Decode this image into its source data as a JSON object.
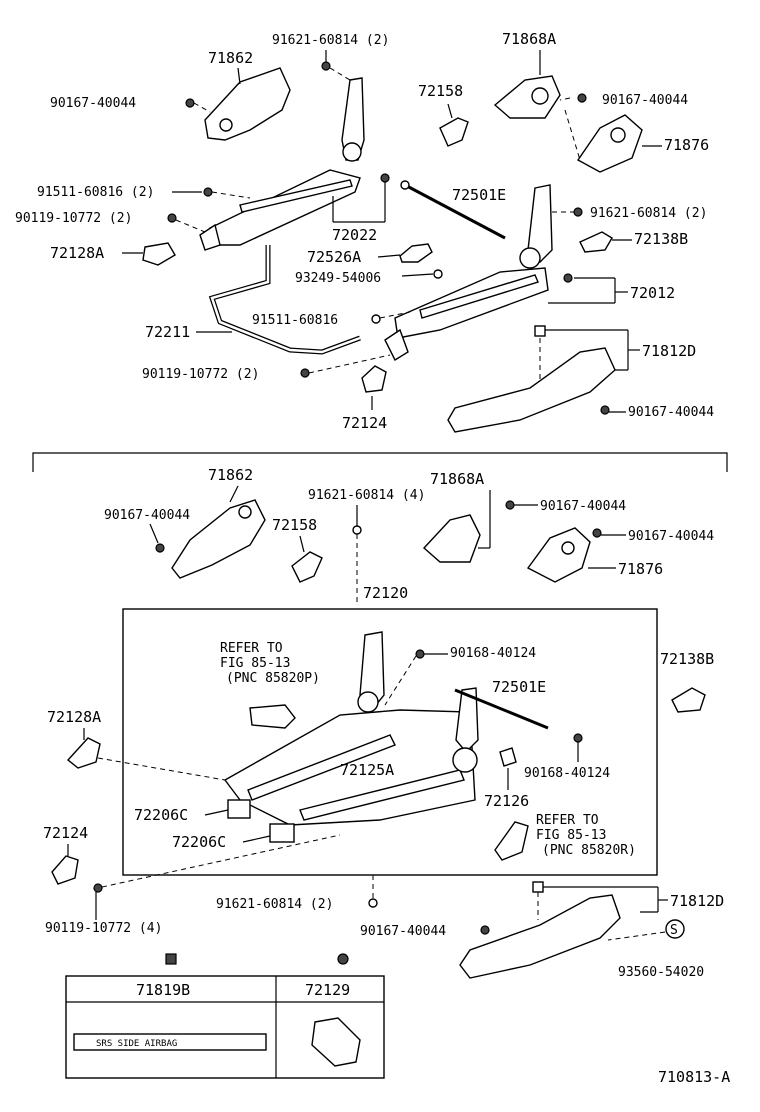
{
  "top": {
    "labels": {
      "p71862": "71862",
      "p90167_a": "90167-40044",
      "p91621_top": "91621-60814 (2)",
      "p72158": "72158",
      "p71868A": "71868A",
      "p90167_b": "90167-40044",
      "p71876": "71876",
      "p91511_a": "91511-60816 (2)",
      "p90119_a": "90119-10772 (2)",
      "p72128A": "72128A",
      "p72022": "72022",
      "p72501E": "72501E",
      "p91621_r": "91621-60814 (2)",
      "p72526A": "72526A",
      "p72138B": "72138B",
      "p93249": "93249-54006",
      "p72012": "72012",
      "p72211": "72211",
      "p91511_b": "91511-60816",
      "p71812D": "71812D",
      "p90119_b": "90119-10772 (2)",
      "p90167_c": "90167-40044",
      "p72124": "72124"
    }
  },
  "bottom": {
    "labels": {
      "p71862": "71862",
      "p90167_a": "90167-40044",
      "p91621_4": "91621-60814 (4)",
      "p71868A": "71868A",
      "p90167_b": "90167-40044",
      "p72158": "72158",
      "p90167_c": "90167-40044",
      "p71876": "71876",
      "p72120": "72120",
      "p72138B": "72138B",
      "refer1_l1": "REFER TO",
      "refer1_l2": "FIG 85-13",
      "refer1_l3": "(PNC 85820P)",
      "p90168_a": "90168-40124",
      "p72128A": "72128A",
      "p72501E": "72501E",
      "p72125A": "72125A",
      "p90168_b": "90168-40124",
      "p72126": "72126",
      "p72206C_a": "72206C",
      "p72206C_b": "72206C",
      "p72124": "72124",
      "refer2_l1": "REFER TO",
      "refer2_l2": "FIG 85-13",
      "refer2_l3": "(PNC 85820R)",
      "p91621_2": "91621-60814 (2)",
      "p71812D": "71812D",
      "p90119": "90119-10772 (4)",
      "p90167_d": "90167-40044",
      "p93560": "93560-54020",
      "s_mark": "S"
    }
  },
  "legend": {
    "col1_header": "71819B",
    "col2_header": "72129",
    "label_text": "SRS  SIDE  AIRBAG"
  },
  "figure_id": "710813-A"
}
